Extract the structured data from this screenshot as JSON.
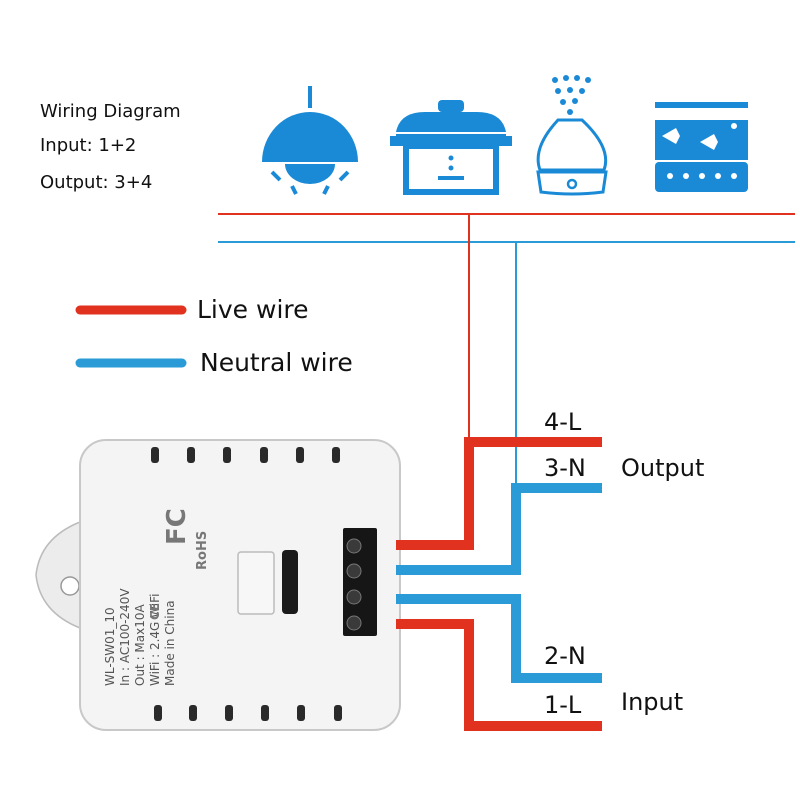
{
  "info": {
    "title": "Wiring Diagram",
    "input": "Input: 1+2",
    "output": "Output: 3+4"
  },
  "legend": {
    "live": "Live wire",
    "neutral": "Neutral wire"
  },
  "terminals": {
    "t4": "4-L",
    "t3": "3-N",
    "t2": "2-N",
    "t1": "1-L",
    "output_label": "Output",
    "input_label": "Input"
  },
  "device": {
    "model": "WL-SW01_10",
    "input_rating": "In : AC100-240V",
    "output_rating": "Out : Max10A",
    "wifi": "WiFi : 2.4G WiFi",
    "origin": "Made in China",
    "fcc": "FC",
    "rohs": "RoHS",
    "ce": "CE"
  },
  "appliances": [
    "lamp-icon",
    "rice-cooker-icon",
    "humidifier-icon",
    "fish-tank-icon"
  ],
  "colors": {
    "live": "#e0321f",
    "neutral": "#2a9bd7",
    "icon": "#1a8ad6",
    "device_body": "#f4f4f4"
  }
}
